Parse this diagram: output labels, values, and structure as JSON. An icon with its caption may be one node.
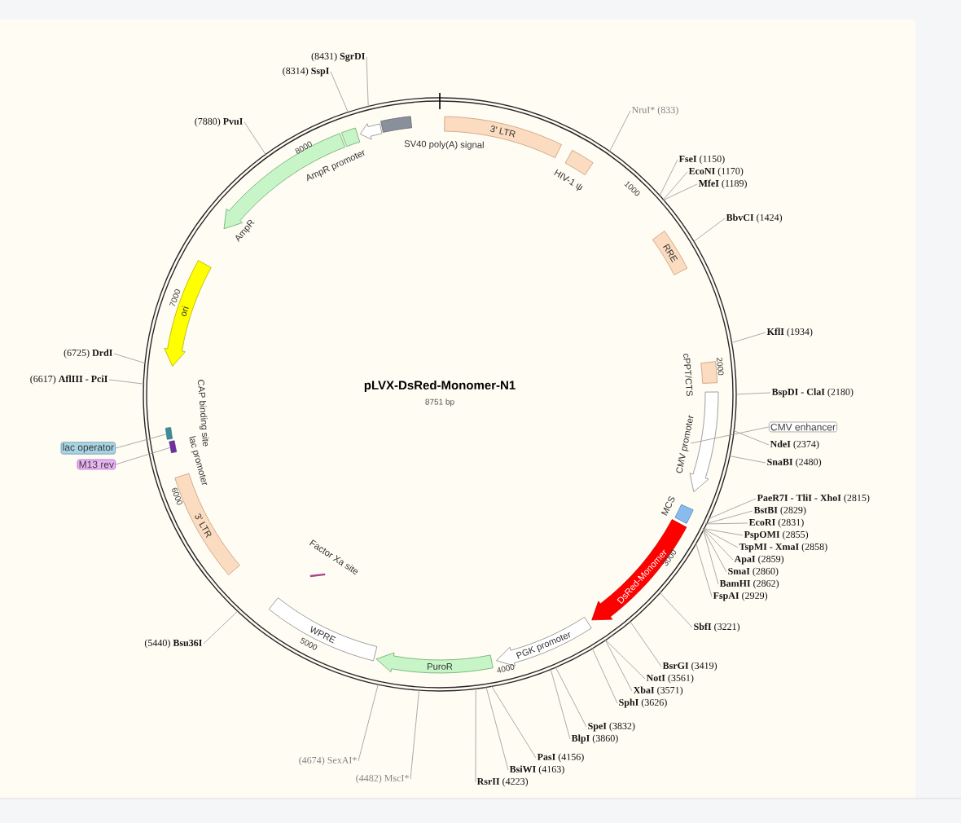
{
  "diagram": {
    "title": "pLVX-DsRed-Monomer-N1",
    "nodes": [
      {
        "text": [],
        "shape": "circle"
      },
      {
        "text": [
          "3' LTR"
        ],
        "in": 0
      },
      {
        "text": [
          "HIV-1 ψ"
        ],
        "in": 0
      },
      {
        "text": [
          "RRE"
        ],
        "in": 0
      },
      {
        "text": [
          "cPPT/CTS"
        ],
        "in": 0
      },
      {
        "text": [
          "CMV promoter"
        ],
        "in": 0
      },
      {
        "text": [
          "MCS"
        ],
        "in": 0
      },
      {
        "text": [
          "DsRed-Monomer"
        ],
        "in": 0
      },
      {
        "text": [
          "PGK promoter"
        ],
        "in": 0
      },
      {
        "text": [
          "PuroR"
        ],
        "in": 0
      },
      {
        "text": [
          "WPRE"
        ],
        "in": 0
      },
      {
        "text": [
          "Factor Xa site"
        ],
        "in": 0
      },
      {
        "text": [
          "3' LTR"
        ],
        "in": 0
      },
      {
        "text": [
          "lac promoter"
        ],
        "in": 0
      },
      {
        "text": [
          "CAP binding site"
        ],
        "in": 0
      },
      {
        "text": [],
        "shape": "box",
        "in": 0
      },
      {
        "text": [],
        "shape": "box",
        "in": 0
      },
      {
        "text": [
          "ori"
        ],
        "in": 0
      },
      {
        "text": [
          "AmpR"
        ],
        "in": 0
      },
      {
        "text": [
          "AmpR promoter"
        ],
        "in": 0
      },
      {
        "text": [
          "SV40 poly(A) signal"
        ],
        "in": 0
      },
      {
        "text": [
          "CMV enhancer"
        ]
      },
      {
        "text": [
          "lac operator"
        ]
      },
      {
        "text": [
          "M13 rev"
        ]
      },
      {
        "text": [
          "NruI* (833)"
        ]
      },
      {
        "text": [
          "**FseI** (1150)"
        ]
      },
      {
        "text": [
          "**EcoNI** (1170)"
        ]
      },
      {
        "text": [
          "**MfeI** (1189)"
        ]
      },
      {
        "text": [
          "**BbvCI** (1424)"
        ]
      },
      {
        "text": [
          "**KflI** (1934)"
        ]
      },
      {
        "text": [
          "**BspDI - ClaI** (2180)"
        ]
      },
      {
        "text": [
          "**NdeI** (2374)"
        ]
      },
      {
        "text": [
          "**SnaBI** (2480)"
        ]
      },
      {
        "text": [
          "**PaeR7I - TliI - XhoI** (2815)"
        ]
      },
      {
        "text": [
          "**BstBI** (2829)"
        ]
      },
      {
        "text": [
          "**EcoRI** (2831)"
        ]
      },
      {
        "text": [
          "**PspOMI** (2855)"
        ]
      },
      {
        "text": [
          "**TspMI - XmaI** (2858)"
        ]
      },
      {
        "text": [
          "**ApaI** (2859)"
        ]
      },
      {
        "text": [
          "**SmaI** (2860)"
        ]
      },
      {
        "text": [
          "**BamHI** (2862)"
        ]
      },
      {
        "text": [
          "**FspAI** (2929)"
        ]
      },
      {
        "text": [
          "**SbfI** (3221)"
        ]
      },
      {
        "text": [
          "**BsrGI** (3419)"
        ]
      },
      {
        "text": [
          "**NotI** (3561)"
        ]
      },
      {
        "text": [
          "**XbaI** (3571)"
        ]
      },
      {
        "text": [
          "**SphI** (3626)"
        ]
      },
      {
        "text": [
          "**SpeI** (3832)"
        ]
      },
      {
        "text": [
          "**BlpI** (3860)"
        ]
      },
      {
        "text": [
          "**PasI** (4156)"
        ]
      },
      {
        "text": [
          "**BsiWI** (4163)"
        ]
      },
      {
        "text": [
          "**RsrII** (4223)"
        ]
      },
      {
        "text": [
          "(4482) MscI*"
        ]
      },
      {
        "text": [
          "(4674) SexAI*"
        ]
      },
      {
        "text": [
          "(5440) **Bsu36I**"
        ]
      },
      {
        "text": [
          "(6617) **AflIII - PciI**"
        ]
      },
      {
        "text": [
          "(6725) **DrdI**"
        ]
      },
      {
        "text": [
          "(7880) **PvuI**"
        ]
      },
      {
        "text": [
          "(8314) **SspI**"
        ]
      },
      {
        "text": [
          "(8431) **SgrDI**"
        ]
      }
    ],
    "edges": [
      {
        "from": 21,
        "to": 5,
        "arrow": "none"
      },
      {
        "from": 22,
        "to": 15,
        "arrow": "none"
      },
      {
        "from": 23,
        "to": 16,
        "arrow": "none"
      },
      {
        "from": 24,
        "to": 0,
        "arrow": "none"
      },
      {
        "from": 25,
        "to": 0,
        "arrow": "none"
      },
      {
        "from": 26,
        "to": 0,
        "arrow": "none"
      },
      {
        "from": 27,
        "to": 0,
        "arrow": "none"
      },
      {
        "from": 28,
        "to": 0,
        "arrow": "none"
      },
      {
        "from": 29,
        "to": 0,
        "arrow": "none"
      },
      {
        "from": 30,
        "to": 0,
        "arrow": "none"
      },
      {
        "from": 31,
        "to": 0,
        "arrow": "none"
      },
      {
        "from": 32,
        "to": 0,
        "arrow": "none"
      },
      {
        "from": 33,
        "to": 0,
        "arrow": "none"
      },
      {
        "from": 34,
        "to": 0,
        "arrow": "none"
      },
      {
        "from": 35,
        "to": 0,
        "arrow": "none"
      },
      {
        "from": 36,
        "to": 0,
        "arrow": "none"
      },
      {
        "from": 37,
        "to": 0,
        "arrow": "none"
      },
      {
        "from": 38,
        "to": 0,
        "arrow": "none"
      },
      {
        "from": 39,
        "to": 0,
        "arrow": "none"
      },
      {
        "from": 40,
        "to": 0,
        "arrow": "none"
      },
      {
        "from": 41,
        "to": 0,
        "arrow": "none"
      },
      {
        "from": 42,
        "to": 0,
        "arrow": "none"
      },
      {
        "from": 43,
        "to": 0,
        "arrow": "none"
      },
      {
        "from": 44,
        "to": 0,
        "arrow": "none"
      },
      {
        "from": 45,
        "to": 0,
        "arrow": "none"
      },
      {
        "from": 46,
        "to": 0,
        "arrow": "none"
      },
      {
        "from": 47,
        "to": 0,
        "arrow": "none"
      },
      {
        "from": 48,
        "to": 0,
        "arrow": "none"
      },
      {
        "from": 49,
        "to": 0,
        "arrow": "none"
      },
      {
        "from": 50,
        "to": 0,
        "arrow": "none"
      },
      {
        "from": 51,
        "to": 0,
        "arrow": "none"
      },
      {
        "from": 52,
        "to": 0,
        "arrow": "none"
      },
      {
        "from": 53,
        "to": 0,
        "arrow": "none"
      },
      {
        "from": 54,
        "to": 0,
        "arrow": "none"
      },
      {
        "from": 55,
        "to": 0,
        "arrow": "none"
      },
      {
        "from": 56,
        "to": 0,
        "arrow": "none"
      },
      {
        "from": 57,
        "to": 0,
        "arrow": "none"
      },
      {
        "from": 58,
        "to": 0,
        "arrow": "none"
      },
      {
        "from": 59,
        "to": 0,
        "arrow": "none"
      }
    ],
    "labels": [
      "8751 bp",
      "1000",
      "2000",
      "3000",
      "4000",
      "5000",
      "6000",
      "7000",
      "8000"
    ]
  }
}
